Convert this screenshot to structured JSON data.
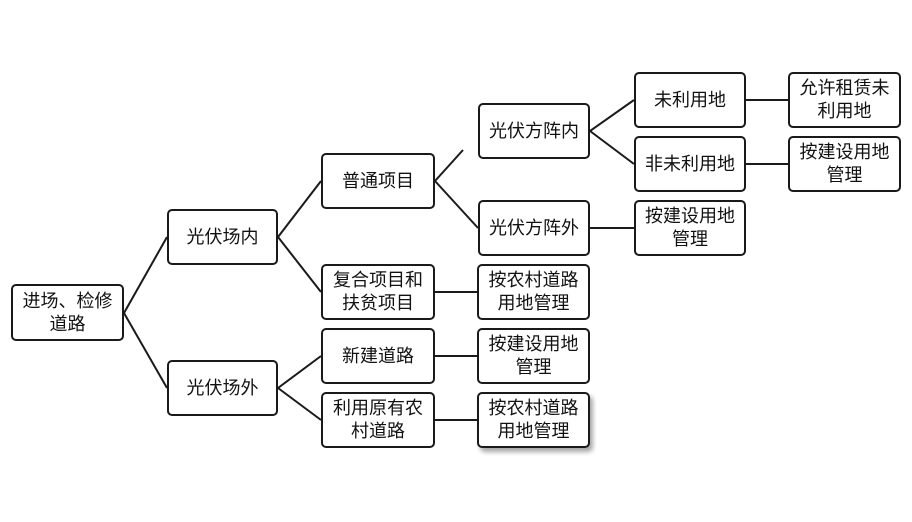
{
  "nodes": {
    "root": "进场、检修\n道路",
    "pv_in": "光伏场内",
    "pv_out": "光伏场外",
    "common": "普通项目",
    "composite": "复合项目和\n扶贫项目",
    "new_road": "新建道路",
    "reuse_road": "利用原有农\n村道路",
    "array_in": "光伏方阵内",
    "array_out": "光伏方阵外",
    "composite_rule": "按农村道路\n用地管理",
    "new_road_rule": "按建设用地\n管理",
    "reuse_road_rule": "按农村道路\n用地管理",
    "unused": "未利用地",
    "non_unused": "非未利用地",
    "array_out_rule": "按建设用地\n管理",
    "unused_rule": "允许租赁未\n利用地",
    "non_unused_rule": "按建设用地\n管理"
  }
}
